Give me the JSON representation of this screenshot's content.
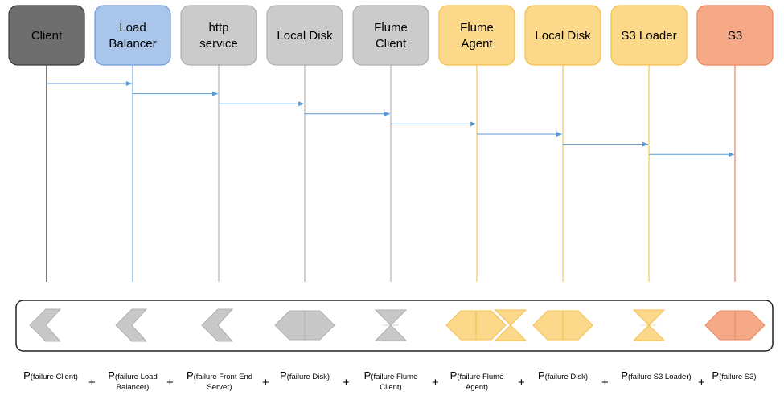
{
  "components": [
    {
      "lines": [
        "Client"
      ],
      "fill": "#6e6e6e",
      "stroke": "#3a3a3a",
      "line": "#222222",
      "text": "#000000"
    },
    {
      "lines": [
        "Load",
        "Balancer"
      ],
      "fill": "#a9c6ea",
      "stroke": "#6f9bd4",
      "line": "#6fa3d8",
      "text": "#000000"
    },
    {
      "lines": [
        "http",
        "service"
      ],
      "fill": "#cbcbcb",
      "stroke": "#b0b0b0",
      "line": "#b5b5b5",
      "text": "#000000"
    },
    {
      "lines": [
        "Local Disk"
      ],
      "fill": "#cbcbcb",
      "stroke": "#b0b0b0",
      "line": "#b5b5b5",
      "text": "#000000"
    },
    {
      "lines": [
        "Flume",
        "Client"
      ],
      "fill": "#cbcbcb",
      "stroke": "#b0b0b0",
      "line": "#b5b5b5",
      "text": "#000000"
    },
    {
      "lines": [
        "Flume",
        "Agent"
      ],
      "fill": "#fcd88a",
      "stroke": "#f4c04f",
      "line": "#f6c85a",
      "text": "#000000"
    },
    {
      "lines": [
        "Local Disk"
      ],
      "fill": "#fcd88a",
      "stroke": "#f4c04f",
      "line": "#f6c85a",
      "text": "#000000"
    },
    {
      "lines": [
        "S3 Loader"
      ],
      "fill": "#fcd88a",
      "stroke": "#f4c04f",
      "line": "#f6c85a",
      "text": "#000000"
    },
    {
      "lines": [
        "S3"
      ],
      "fill": "#f6a987",
      "stroke": "#e8865f",
      "line": "#e8865f",
      "text": "#000000"
    }
  ],
  "arrow_color": "#5b9bd5",
  "failure_shapes": [
    {
      "icon": "chevron-left-icon",
      "parts": [
        {
          "shape": "chevron",
          "fill": "#c8c8c8",
          "stroke": "#b0b0b0"
        }
      ]
    },
    {
      "icon": "chevron-left-icon",
      "parts": [
        {
          "shape": "chevron",
          "fill": "#c8c8c8",
          "stroke": "#b0b0b0"
        }
      ]
    },
    {
      "icon": "chevron-left-icon",
      "parts": [
        {
          "shape": "chevron",
          "fill": "#c8c8c8",
          "stroke": "#b0b0b0"
        }
      ]
    },
    {
      "icon": "hexagon-icon",
      "parts": [
        {
          "shape": "hexagon",
          "fill": "#c8c8c8",
          "stroke": "#b0b0b0"
        }
      ]
    },
    {
      "icon": "hourglass-icon",
      "parts": [
        {
          "shape": "hourglass",
          "fill": "#c8c8c8",
          "stroke": "#b0b0b0"
        }
      ]
    },
    {
      "icon": "hexagon-hourglass-icon",
      "parts": [
        {
          "shape": "hexagon",
          "fill": "#fcd88a",
          "stroke": "#f4c04f"
        },
        {
          "shape": "hourglass",
          "fill": "#fcd88a",
          "stroke": "#f4c04f"
        }
      ]
    },
    {
      "icon": "hexagon-icon",
      "parts": [
        {
          "shape": "hexagon",
          "fill": "#fcd88a",
          "stroke": "#f4c04f"
        }
      ]
    },
    {
      "icon": "hourglass-icon",
      "parts": [
        {
          "shape": "hourglass",
          "fill": "#fcd88a",
          "stroke": "#f4c04f"
        }
      ]
    },
    {
      "icon": "hexagon-icon",
      "parts": [
        {
          "shape": "hexagon",
          "fill": "#f6a987",
          "stroke": "#e8865f"
        }
      ]
    }
  ],
  "formula": {
    "p": "P",
    "plus": "+",
    "terms": [
      {
        "sub": "(failure Client)",
        "sub2": ""
      },
      {
        "sub": "(failure Load",
        "sub2": "Balancer)"
      },
      {
        "sub": "(failure Front End",
        "sub2": "Server)"
      },
      {
        "sub": "(failure Disk)",
        "sub2": ""
      },
      {
        "sub": "(failure Flume",
        "sub2": "Client)"
      },
      {
        "sub": "(failure Flume",
        "sub2": "Agent)"
      },
      {
        "sub": "(failure Disk)",
        "sub2": ""
      },
      {
        "sub": "(failure S3 Loader)",
        "sub2": ""
      },
      {
        "sub": "(failure S3)",
        "sub2": ""
      }
    ]
  }
}
